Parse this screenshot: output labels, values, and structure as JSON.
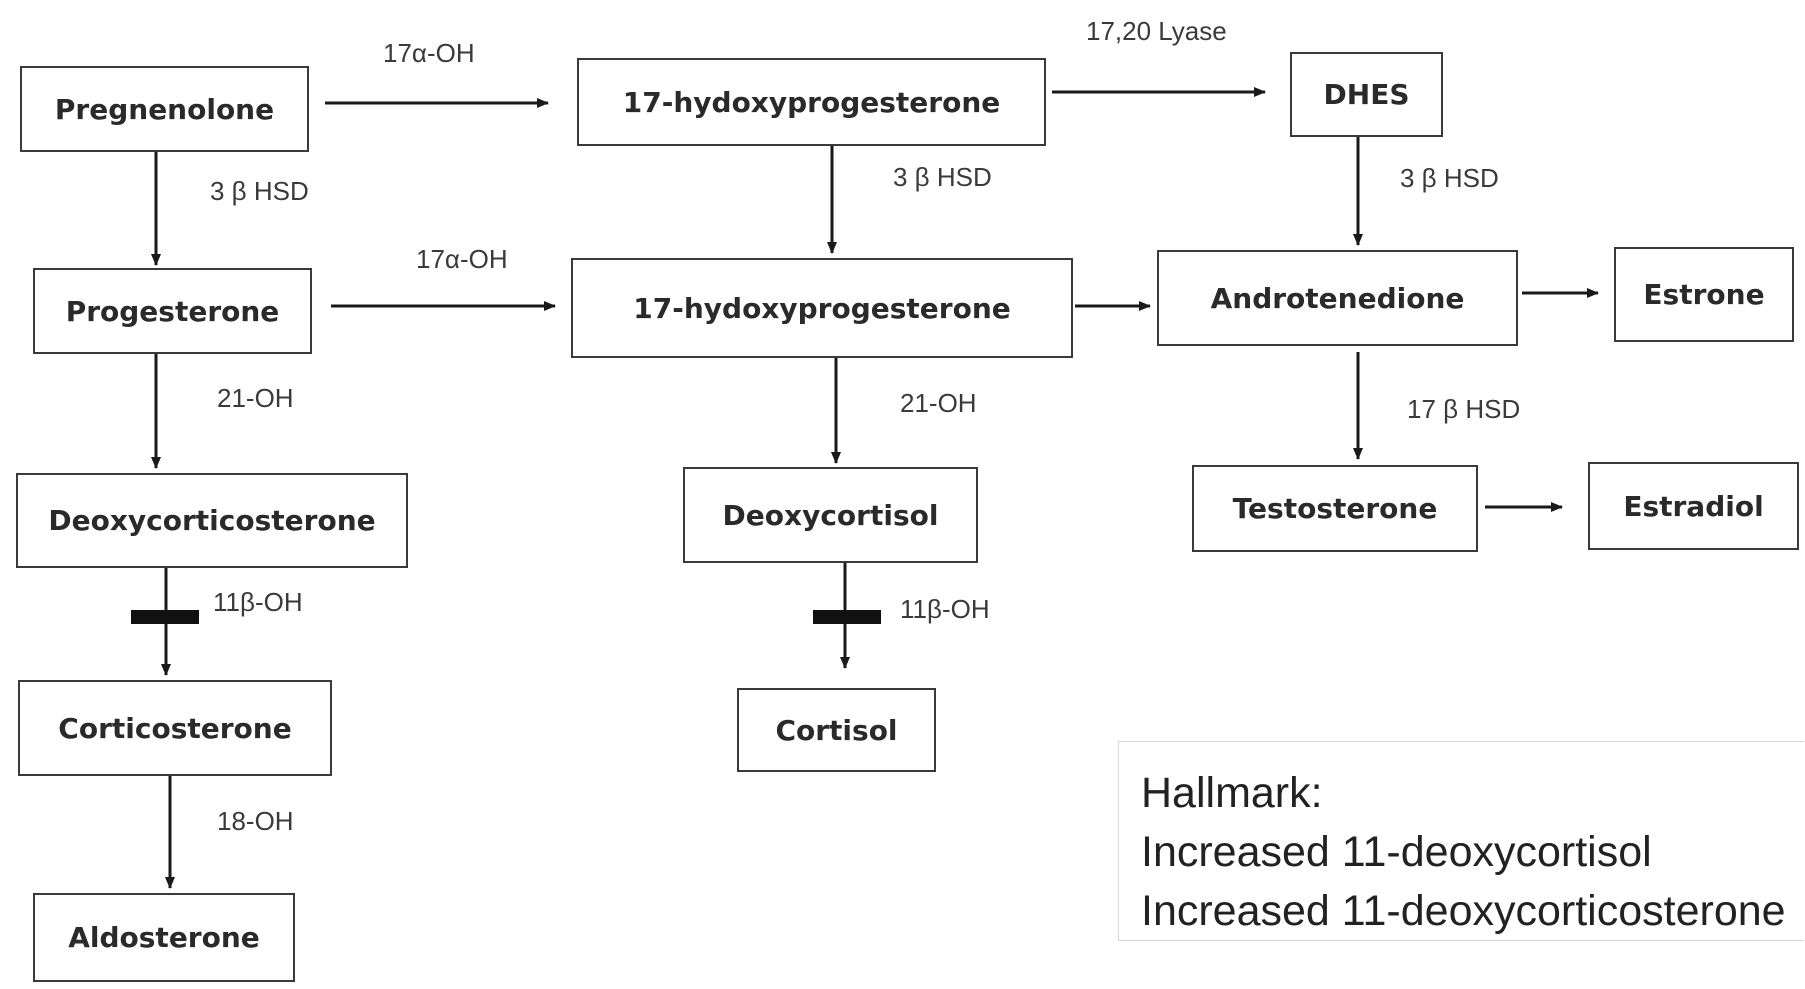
{
  "nodes": {
    "pregnenolone": "Pregnenolone",
    "progesterone": "Progesterone",
    "deoxycorticosterone": "Deoxycorticosterone",
    "corticosterone": "Corticosterone",
    "aldosterone": "Aldosterone",
    "hydroxyprogesterone_top": "17-hydoxyprogesterone",
    "hydroxyprogesterone_mid": "17-hydoxyprogesterone",
    "deoxycortisol": "Deoxycortisol",
    "cortisol": "Cortisol",
    "dhes": "DHES",
    "androtenedione": "Androtenedione",
    "testosterone": "Testosterone",
    "estrone": "Estrone",
    "estradiol": "Estradiol"
  },
  "enzymes": {
    "preg_to_17oh": "17α-OH",
    "prog_to_17oh": "17α-OH",
    "lyase": "17,20 Lyase",
    "preg_to_prog": "3 β HSD",
    "ohp_top_to_mid": "3 β HSD",
    "dhes_to_andro": "3 β HSD",
    "prog_to_doc": "21-OH",
    "ohp_to_deoxycortisol": "21-OH",
    "andro_to_testo": "17 β HSD",
    "doc_to_cortico": "11β-OH",
    "deoxycortisol_to_cortisol": "11β-OH",
    "cortico_to_aldo": "18-OH"
  },
  "hallmark": {
    "heading": "Hallmark:",
    "line1": "Increased 11-deoxycortisol",
    "line2": "Increased 11-deoxycorticosterone"
  },
  "colors": {
    "box_border": "#3a3a3a",
    "text": "#2a2a2a",
    "arrow": "#1a1a1a",
    "block_bar": "#111111",
    "background": "#ffffff"
  }
}
